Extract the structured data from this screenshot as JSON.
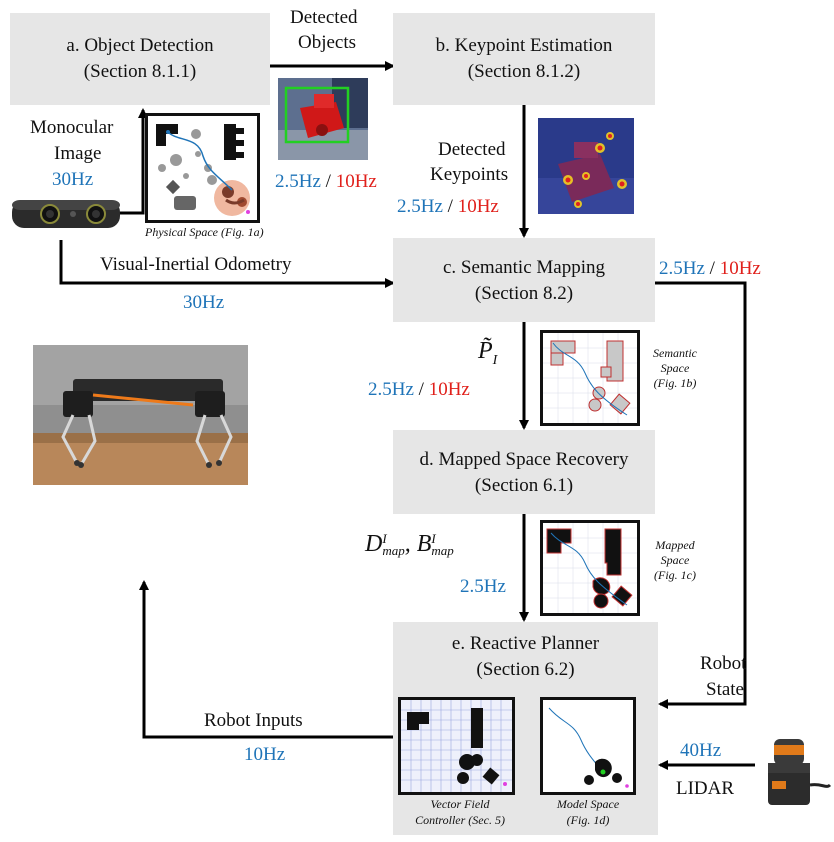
{
  "boxes": {
    "a": {
      "line1": "a. Object Detection",
      "line2": "(Section 8.1.1)"
    },
    "b": {
      "line1": "b. Keypoint Estimation",
      "line2": "(Section 8.1.2)"
    },
    "c": {
      "line1": "c. Semantic Mapping",
      "line2": "(Section 8.2)"
    },
    "d": {
      "line1": "d. Mapped Space Recovery",
      "line2": "(Section 6.1)"
    },
    "e": {
      "line1": "e. Reactive Planner",
      "line2": "(Section 6.2)"
    }
  },
  "labels": {
    "detected_objects_1": "Detected",
    "detected_objects_2": "Objects",
    "monocular_1": "Monocular",
    "monocular_2": "Image",
    "monocular_rate": "30Hz",
    "detect_rate_blue": "2.5Hz",
    "detect_rate_red": "10Hz",
    "detected_keypoints_1": "Detected",
    "detected_keypoints_2": "Keypoints",
    "keypoint_rate_blue": "2.5Hz",
    "keypoint_rate_red": "10Hz",
    "vio": "Visual-Inertial Odometry",
    "vio_rate": "30Hz",
    "map_out_rate_blue": "2.5Hz",
    "map_out_rate_red": "10Hz",
    "p_symbol": "P̃",
    "p_sub": "I",
    "semantic_rate_blue": "2.5Hz",
    "semantic_rate_red": "10Hz",
    "d_map": "D",
    "b_map": "B",
    "map_sup": "I",
    "map_sub": "map",
    "mapped_rate": "2.5Hz",
    "robot_state_1": "Robot",
    "robot_state_2": "State",
    "robot_inputs": "Robot Inputs",
    "robot_inputs_rate": "10Hz",
    "lidar_rate": "40Hz",
    "lidar": "LIDAR",
    "slash": "/"
  },
  "captions": {
    "physical": "Physical Space (Fig. 1a)",
    "semantic_1": "Semantic",
    "semantic_2": "Space",
    "semantic_3": "(Fig. 1b)",
    "mapped_1": "Mapped",
    "mapped_2": "Space",
    "mapped_3": "(Fig. 1c)",
    "vector_1": "Vector Field",
    "vector_2": "Controller (Sec. 5)",
    "model_1": "Model Space",
    "model_2": "(Fig. 1d)"
  },
  "colors": {
    "blue": "#1f74b8",
    "red": "#e0201b",
    "box": "#e6e6e6"
  }
}
